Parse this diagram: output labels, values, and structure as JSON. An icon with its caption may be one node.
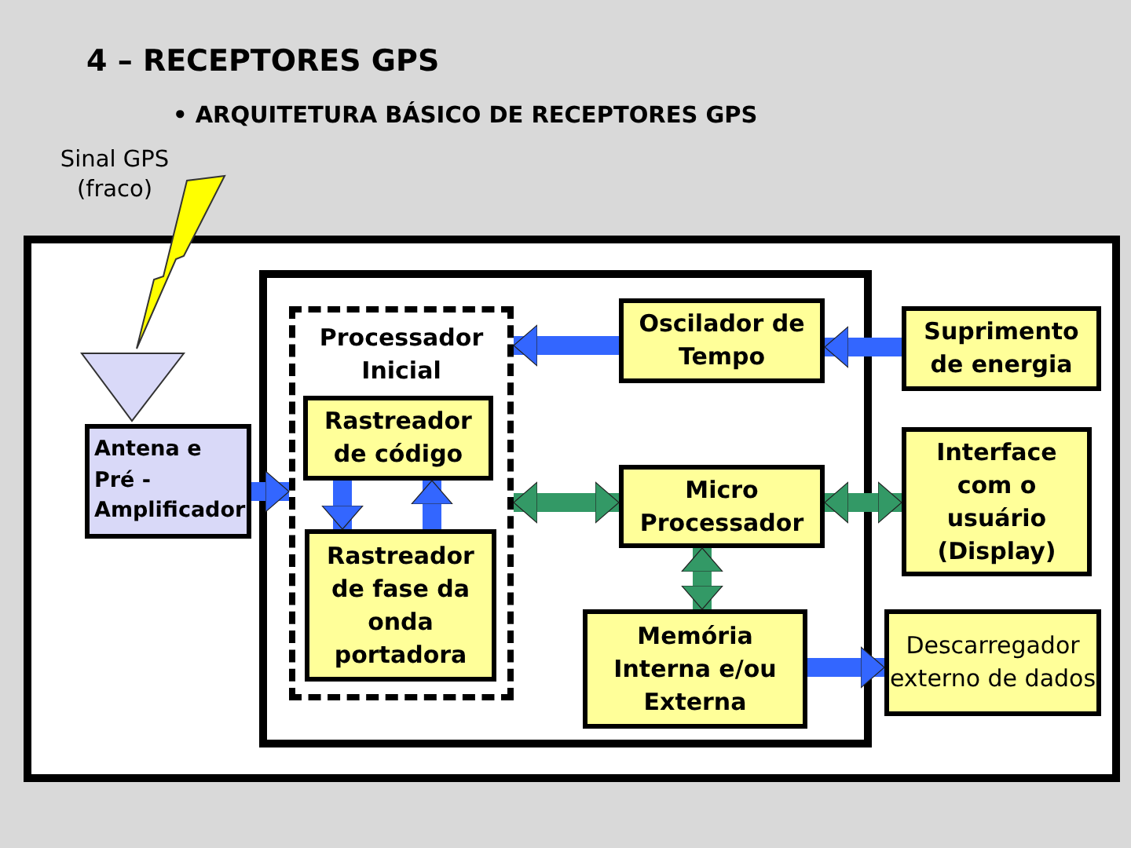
{
  "diagram": {
    "title": "4 – RECEPTORES GPS",
    "nodes": [
      {
        "text": [
          "Antena e Pré - Amplificador"
        ]
      },
      {
        "text": [],
        "shape": "box"
      },
      {
        "text": [
          "Processador Inicial"
        ],
        "in": 1
      },
      {
        "text": [
          "Rastreador de código"
        ],
        "in": 2
      },
      {
        "text": [
          "Rastreador de fase da onda portadora"
        ],
        "in": 2
      },
      {
        "text": [
          "Oscilador de Tempo"
        ],
        "in": 1
      },
      {
        "text": [
          "Micro Processador"
        ],
        "in": 1
      },
      {
        "text": [
          "Memória Interna e/ou Externa"
        ],
        "in": 1
      },
      {
        "text": [
          "Suprimento de energia"
        ]
      },
      {
        "text": [
          "Interface com o usuário (Display)"
        ]
      },
      {
        "text": [
          "Descarregador externo de dados"
        ]
      }
    ],
    "edges": [
      {
        "from": 0,
        "to": 2,
        "arrow": "to"
      },
      {
        "from": 3,
        "to": 4,
        "arrow": "to"
      },
      {
        "from": 4,
        "to": 3,
        "arrow": "to"
      },
      {
        "from": 5,
        "to": 2,
        "arrow": "to"
      },
      {
        "from": 6,
        "to": 2,
        "arrow": "both",
        "color": "#339966"
      },
      {
        "from": 8,
        "to": 5,
        "arrow": "to"
      },
      {
        "from": 6,
        "to": 9,
        "arrow": "both",
        "color": "#339966"
      },
      {
        "from": 6,
        "to": 7,
        "arrow": "both",
        "color": "#339966"
      },
      {
        "from": 7,
        "to": 10,
        "arrow": "to"
      }
    ],
    "labels": [
      "• ARQUITETURA BÁSICO DE RECEPTORES GPS",
      "Sinal GPS (fraco)"
    ]
  }
}
